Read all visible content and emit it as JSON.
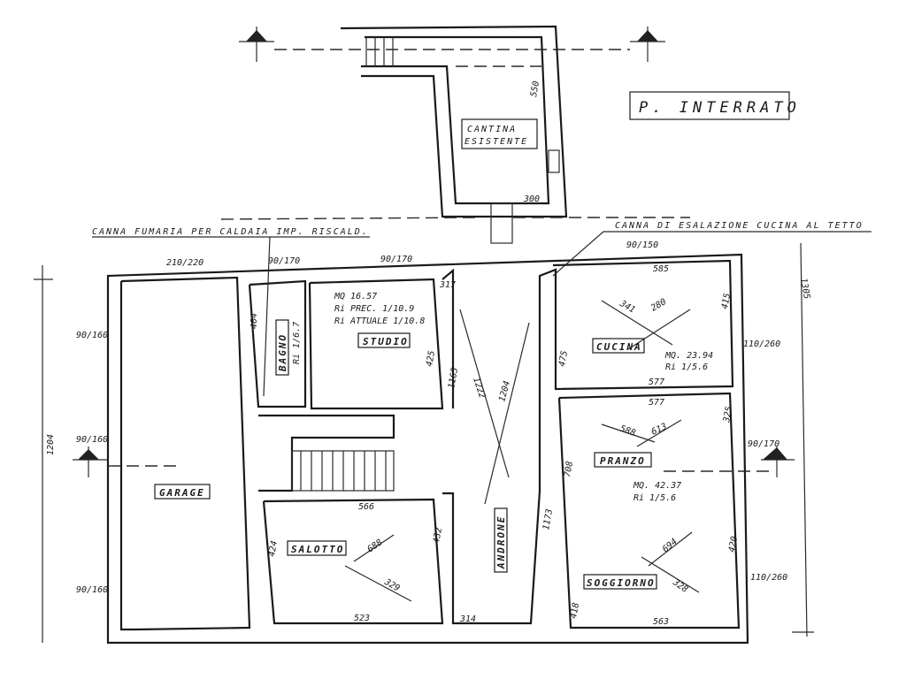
{
  "title": "P. INTERRATO",
  "notes": {
    "flue": "CANNA FUMARIA PER CALDAIA IMP. RISCALD.",
    "kitchen_vent": "CANNA DI ESALAZIONE CUCINA AL TETTO"
  },
  "rooms": {
    "cantina": {
      "line1": "CANTINA",
      "line2": "ESISTENTE"
    },
    "garage": {
      "label": "GARAGE"
    },
    "bagno": {
      "label": "BAGNO",
      "ratio": "Ri 1/6.7"
    },
    "studio": {
      "label": "STUDIO",
      "mq": "MQ 16.57",
      "prec": "Ri PREC. 1/10.9",
      "attuale": "Ri ATTUALE 1/10.8"
    },
    "cucina": {
      "label": "CUCINA",
      "mq": "MQ. 23.94",
      "ratio": "Ri 1/5.6"
    },
    "pranzo": {
      "label": "PRANZO",
      "mq": "MQ. 42.37",
      "ratio": "Ri 1/5.6"
    },
    "soggiorno": {
      "label": "SOGGIORNO"
    },
    "salotto": {
      "label": "SALOTTO"
    },
    "androne": {
      "label": "ANDRONE"
    }
  },
  "dimensions": {
    "cantina_h": "550",
    "cantina_w": "300",
    "total_left": "1204",
    "total_right": "1305",
    "win_garage_top": "210/220",
    "win_bagno": "90/170",
    "win_studio": "90/170",
    "win_cucina": "90/150",
    "win_left_1": "90/160",
    "win_left_2": "90/160",
    "win_left_3": "90/160",
    "win_cucina_r": "110/260",
    "win_pranzo_r": "90/170",
    "win_sogg_r": "110/260",
    "d317": "317",
    "d404": "404",
    "d425": "425",
    "d1165": "1165",
    "d1222": "1222",
    "d1204b": "1204",
    "d585": "585",
    "d415": "415",
    "d475": "475",
    "d577a": "577",
    "d577b": "577",
    "d341": "341",
    "d280": "280",
    "d325": "325",
    "d588": "588",
    "d613": "613",
    "d708": "708",
    "d1173": "1173",
    "d420": "420",
    "d418": "418",
    "d694": "694",
    "d328": "328",
    "d563": "563",
    "d566": "566",
    "d424": "424",
    "d432": "432",
    "d688": "688",
    "d329": "329",
    "d523": "523",
    "d314": "314"
  }
}
